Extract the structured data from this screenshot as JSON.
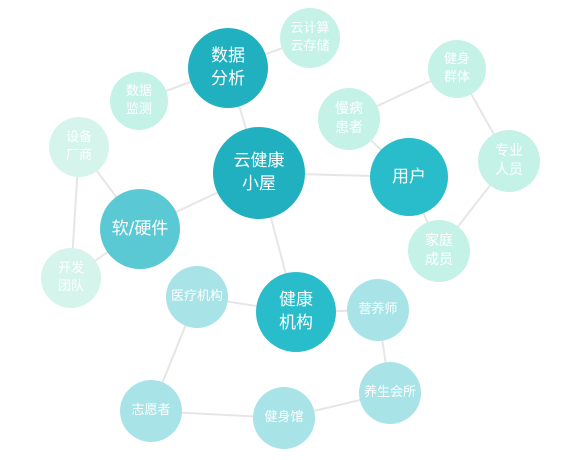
{
  "colors": {
    "edge": "#e6e6e6",
    "core": "#21b0c0",
    "primary": "#29bccb",
    "primary_light": "#5ac9d4",
    "secondary": "#a8e3e8",
    "mint": "#c5f2e6",
    "mint_light": "#d5f4ec"
  },
  "nodes": {
    "center": {
      "label": "云健康\n小屋"
    },
    "data_analysis": {
      "label": "数据\n分析"
    },
    "cloud_compute": {
      "label": "云计算\n云存储"
    },
    "data_monitor": {
      "label": "数据\n监测"
    },
    "user": {
      "label": "用户"
    },
    "chronic": {
      "label": "慢病\n患者"
    },
    "fitness_group": {
      "label": "健身\n群体"
    },
    "professional": {
      "label": "专业\n人员"
    },
    "family": {
      "label": "家庭\n成员"
    },
    "hardware": {
      "label": "软/硬件"
    },
    "manufacturer": {
      "label": "设备\n厂商"
    },
    "dev_team": {
      "label": "开发\n团队"
    },
    "health_org": {
      "label": "健康\n机构"
    },
    "medical_org": {
      "label": "医疗机构"
    },
    "nutritionist": {
      "label": "营养师"
    },
    "wellness": {
      "label": "养生会所"
    },
    "gym": {
      "label": "健身馆"
    },
    "volunteer": {
      "label": "志愿者"
    }
  },
  "edges": [
    [
      "center",
      "data_analysis"
    ],
    [
      "data_analysis",
      "cloud_compute"
    ],
    [
      "data_analysis",
      "data_monitor"
    ],
    [
      "center",
      "user"
    ],
    [
      "user",
      "chronic"
    ],
    [
      "chronic",
      "fitness_group"
    ],
    [
      "fitness_group",
      "professional"
    ],
    [
      "professional",
      "family"
    ],
    [
      "family",
      "user"
    ],
    [
      "center",
      "hardware"
    ],
    [
      "hardware",
      "manufacturer"
    ],
    [
      "manufacturer",
      "dev_team"
    ],
    [
      "hardware",
      "dev_team"
    ],
    [
      "center",
      "health_org"
    ],
    [
      "health_org",
      "medical_org"
    ],
    [
      "health_org",
      "nutritionist"
    ],
    [
      "nutritionist",
      "wellness"
    ],
    [
      "wellness",
      "gym"
    ],
    [
      "gym",
      "volunteer"
    ],
    [
      "volunteer",
      "medical_org"
    ]
  ]
}
